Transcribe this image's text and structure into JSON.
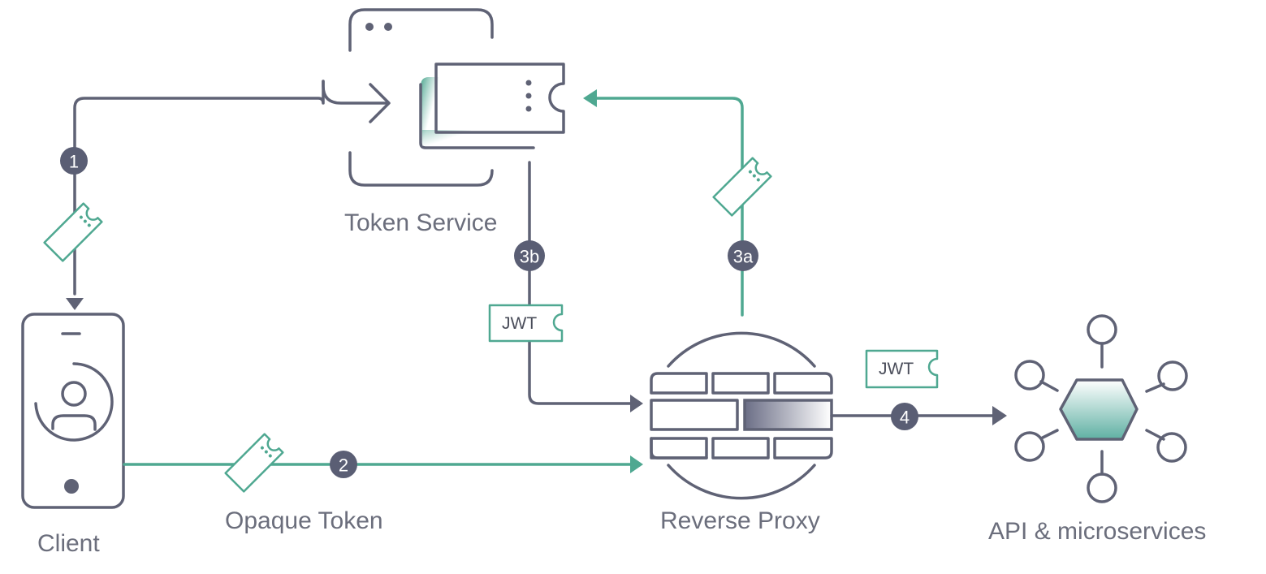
{
  "diagram": {
    "title": "Opaque token to JWT exchange via reverse proxy",
    "colors": {
      "primary_line": "#5f6275",
      "accent_line": "#4fa891",
      "badge_fill": "#5a5e74",
      "label_text": "#6b6e7c",
      "background": "#ffffff"
    },
    "nodes": {
      "token_service": {
        "label": "Token Service",
        "icon": "token-service-icon"
      },
      "client": {
        "label": "Client",
        "icon": "mobile-phone-user-icon"
      },
      "reverse_proxy": {
        "label": "Reverse Proxy",
        "icon": "firewall-brick-icon"
      },
      "api": {
        "label": "API & microservices",
        "icon": "hexagon-network-icon"
      }
    },
    "edges": {
      "opaque_token_label": "Opaque Token",
      "jwt_3b_label": "JWT",
      "jwt_4_label": "JWT"
    },
    "steps": [
      {
        "id": "1",
        "label": "1",
        "from": "Token Service",
        "to": "Client",
        "carries": "opaque token"
      },
      {
        "id": "2",
        "label": "2",
        "from": "Client",
        "to": "Reverse Proxy",
        "carries": "Opaque Token"
      },
      {
        "id": "3a",
        "label": "3a",
        "from": "Reverse Proxy",
        "to": "Token Service",
        "carries": "opaque token"
      },
      {
        "id": "3b",
        "label": "3b",
        "from": "Token Service",
        "to": "Reverse Proxy",
        "carries": "JWT"
      },
      {
        "id": "4",
        "label": "4",
        "from": "Reverse Proxy",
        "to": "API & microservices",
        "carries": "JWT"
      }
    ]
  }
}
